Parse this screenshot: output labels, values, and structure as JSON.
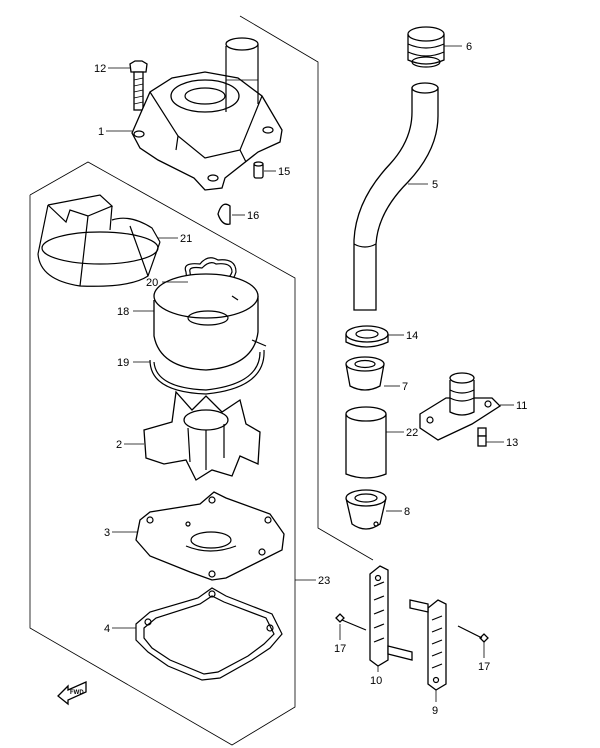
{
  "callouts": {
    "c1": "1",
    "c2": "2",
    "c3": "3",
    "c4": "4",
    "c5": "5",
    "c6": "6",
    "c7": "7",
    "c8": "8",
    "c9": "9",
    "c10": "10",
    "c11": "11",
    "c12": "12",
    "c13": "13",
    "c14": "14",
    "c15": "15",
    "c16": "16",
    "c17a": "17",
    "c17b": "17",
    "c18": "18",
    "c19": "19",
    "c20": "20",
    "c21": "21",
    "c22": "22",
    "c23": "23"
  },
  "fwd_mark": "FWD"
}
